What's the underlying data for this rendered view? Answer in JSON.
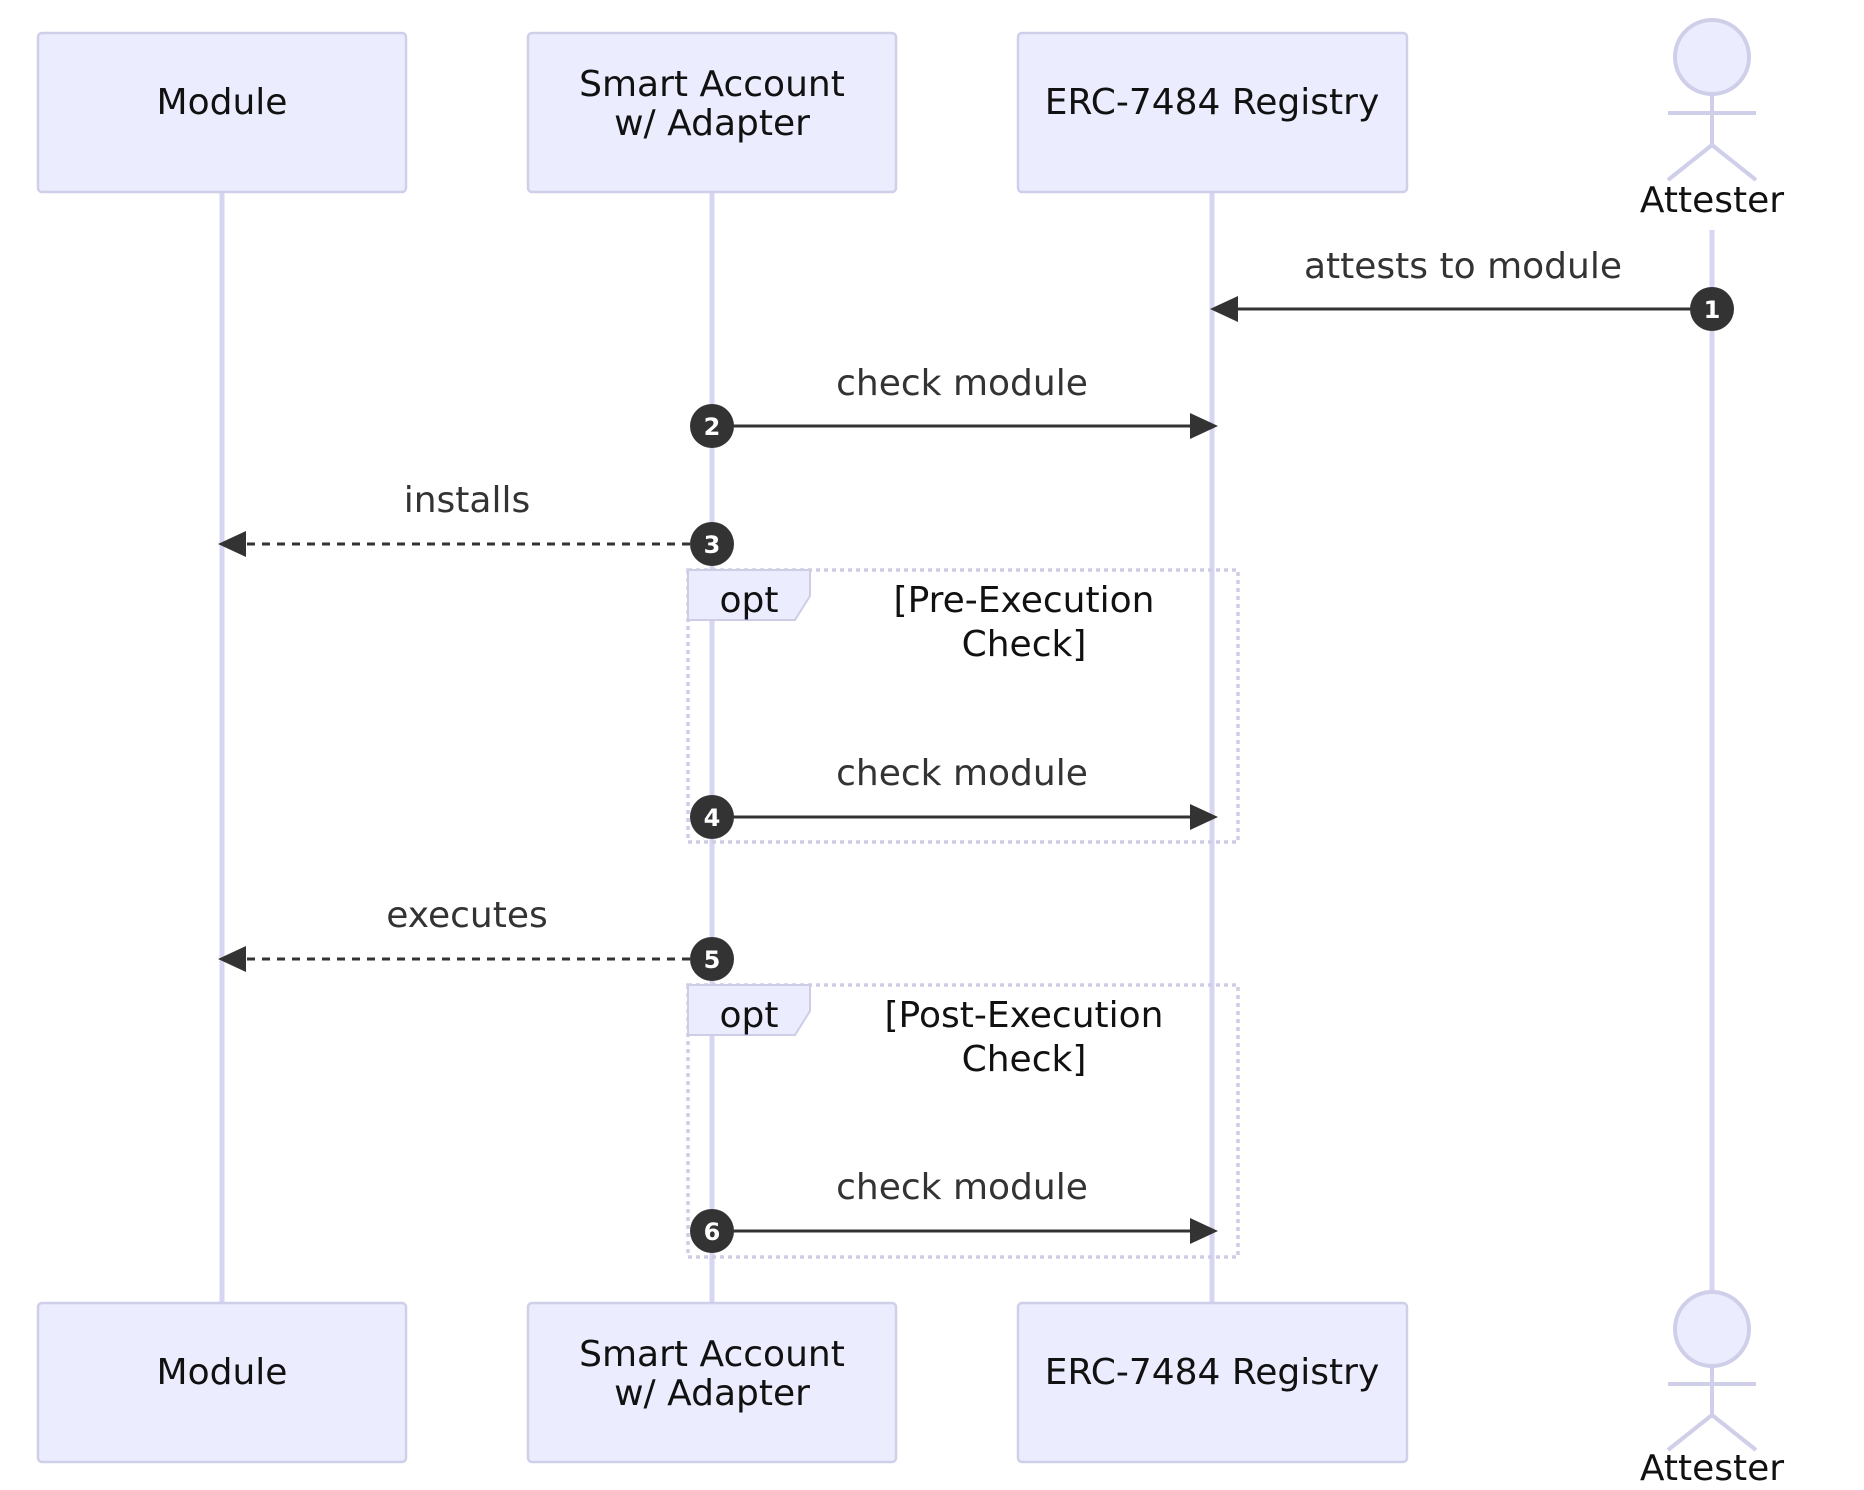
{
  "participants": [
    {
      "id": "module",
      "lines": [
        "Module"
      ],
      "kind": "box"
    },
    {
      "id": "smart-account",
      "lines": [
        "Smart Account",
        "w/ Adapter"
      ],
      "kind": "box"
    },
    {
      "id": "registry",
      "lines": [
        "ERC-7484 Registry"
      ],
      "kind": "box"
    },
    {
      "id": "attester",
      "lines": [
        "Attester"
      ],
      "kind": "actor"
    }
  ],
  "messages": [
    {
      "seq": "1",
      "from": "attester",
      "to": "registry",
      "label": "attests to module",
      "style": "solid"
    },
    {
      "seq": "2",
      "from": "smart-account",
      "to": "registry",
      "label": "check module",
      "style": "solid"
    },
    {
      "seq": "3",
      "from": "smart-account",
      "to": "module",
      "label": "installs",
      "style": "dashed"
    },
    {
      "seq": "4",
      "from": "smart-account",
      "to": "registry",
      "label": "check module",
      "style": "solid"
    },
    {
      "seq": "5",
      "from": "smart-account",
      "to": "module",
      "label": "executes",
      "style": "dashed"
    },
    {
      "seq": "6",
      "from": "smart-account",
      "to": "registry",
      "label": "check module",
      "style": "solid"
    }
  ],
  "fragments": [
    {
      "keyword": "opt",
      "condition": [
        "[Pre-Execution",
        "Check]"
      ],
      "covers_messages": [
        "4"
      ]
    },
    {
      "keyword": "opt",
      "condition": [
        "[Post-Execution",
        "Check]"
      ],
      "covers_messages": [
        "6"
      ]
    }
  ],
  "colors": {
    "actor_fill": "#ececff",
    "actor_stroke": "#cfcfea",
    "lifeline": "#d6d6f2",
    "message": "#333333",
    "badge": "#333333",
    "badge_text": "#ffffff",
    "frame": "#cdcde6"
  }
}
